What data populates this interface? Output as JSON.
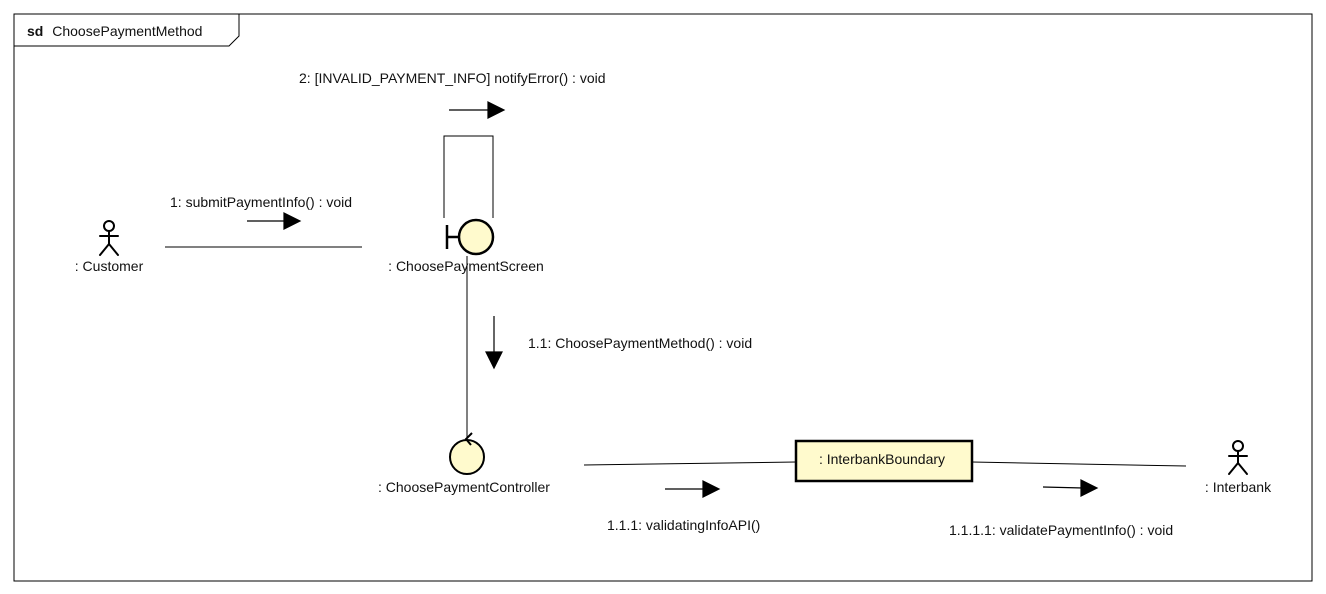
{
  "frame": {
    "keyword": "sd",
    "name": "ChoosePaymentMethod"
  },
  "colors": {
    "line": "#000000",
    "object_fill": "#fffacd",
    "page_background": "#ffffff"
  },
  "participants": [
    {
      "id": "customer",
      "label": ": Customer",
      "kind": "actor",
      "icon": "actor-icon"
    },
    {
      "id": "screen",
      "label": ": ChoosePaymentScreen",
      "kind": "boundary",
      "icon": "boundary-icon"
    },
    {
      "id": "controller",
      "label": ": ChoosePaymentController",
      "kind": "control",
      "icon": "control-icon"
    },
    {
      "id": "interbank_boundary",
      "label": ": InterbankBoundary",
      "kind": "object"
    },
    {
      "id": "interbank",
      "label": ": Interbank",
      "kind": "actor",
      "icon": "actor-icon"
    }
  ],
  "links": [
    {
      "from": "customer",
      "to": "screen"
    },
    {
      "from": "screen",
      "to": "screen",
      "self": true
    },
    {
      "from": "screen",
      "to": "controller"
    },
    {
      "from": "controller",
      "to": "interbank_boundary"
    },
    {
      "from": "interbank_boundary",
      "to": "interbank"
    }
  ],
  "messages": [
    {
      "text": "1: submitPaymentInfo() : void",
      "link": 0,
      "direction": "right"
    },
    {
      "text": "2: [INVALID_PAYMENT_INFO] notifyError() : void",
      "link": 1,
      "direction": "right"
    },
    {
      "text": "1.1: ChoosePaymentMethod() : void",
      "link": 2,
      "direction": "down"
    },
    {
      "text": "1.1.1: validatingInfoAPI()",
      "link": 3,
      "direction": "right"
    },
    {
      "text": "1.1.1.1: validatePaymentInfo() : void",
      "link": 4,
      "direction": "right"
    }
  ]
}
